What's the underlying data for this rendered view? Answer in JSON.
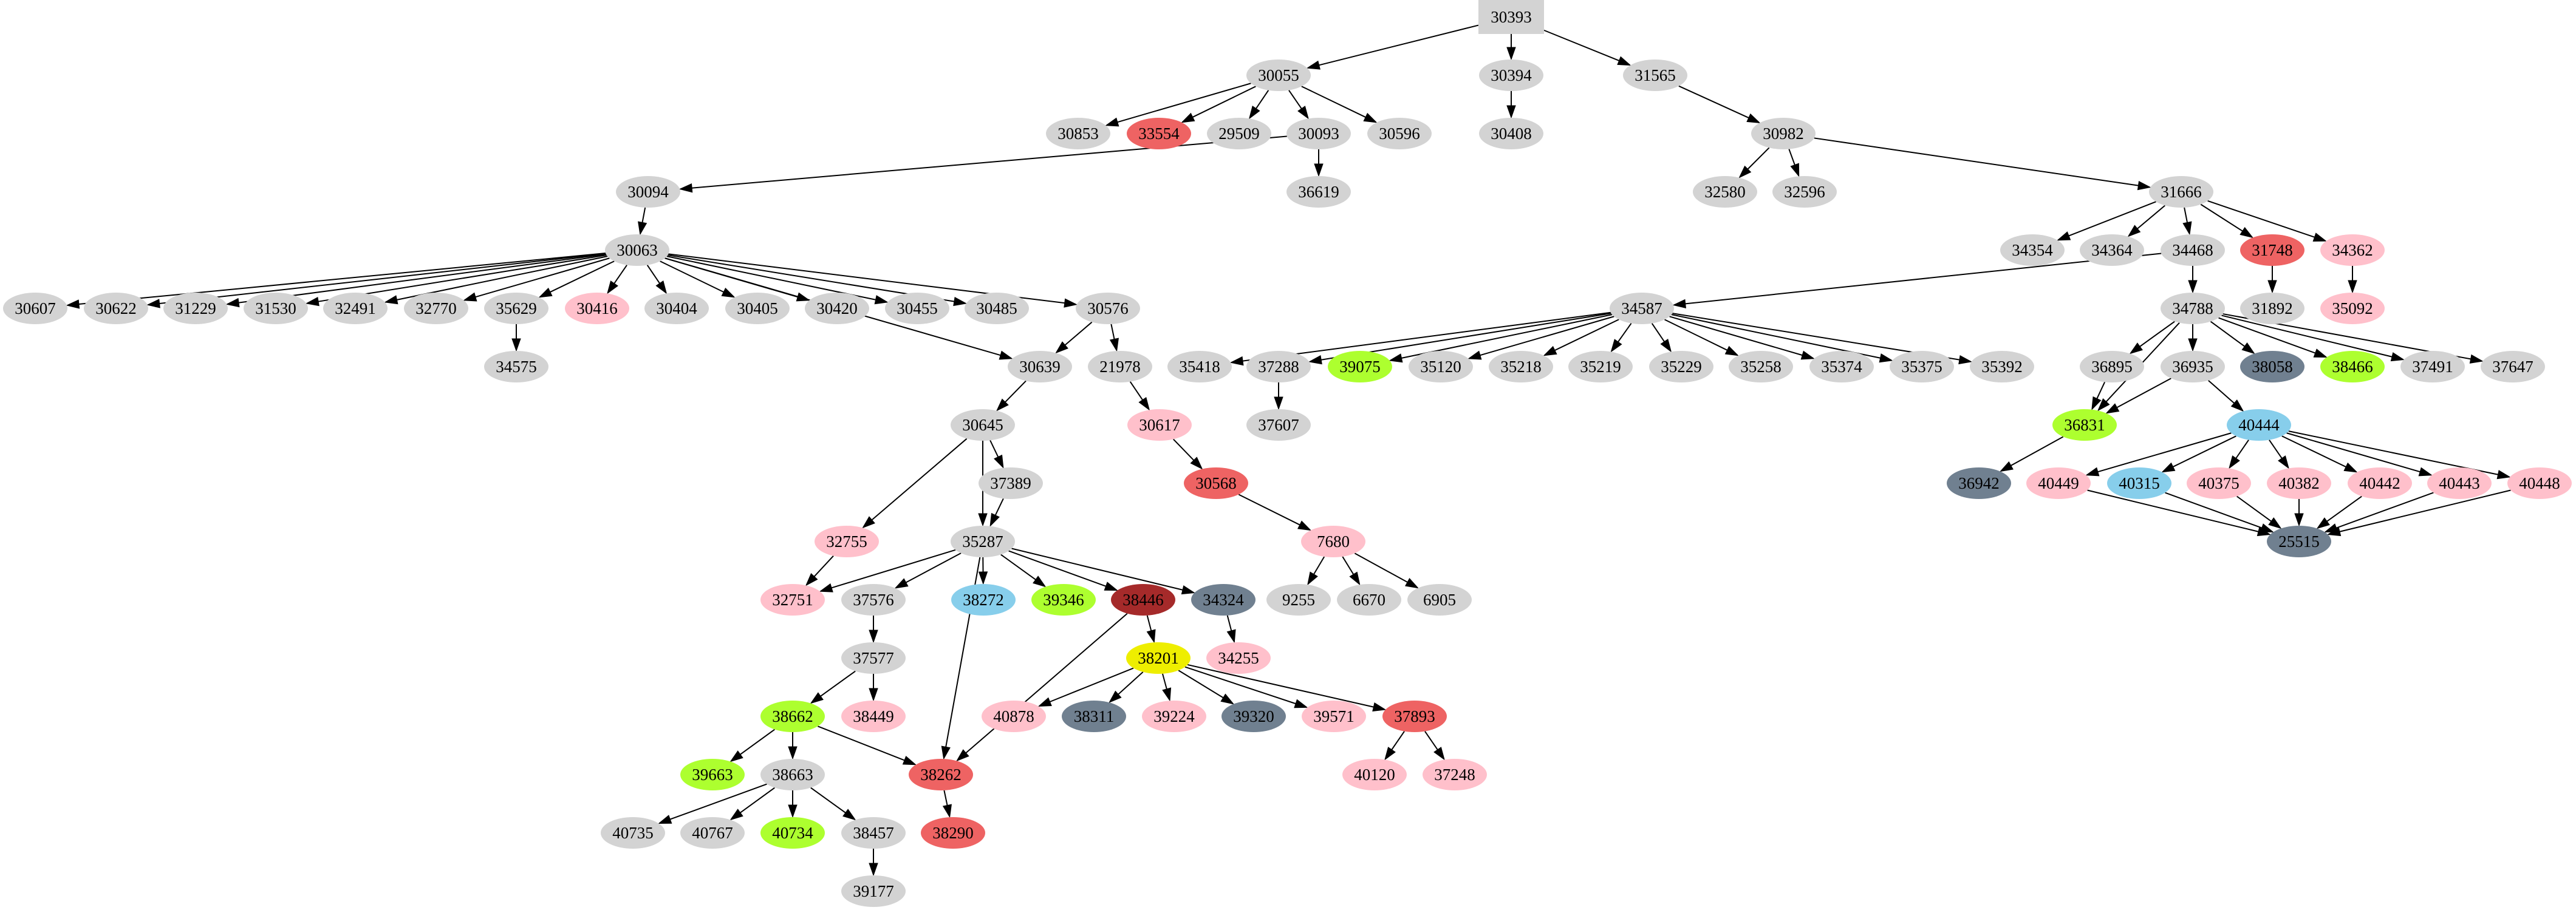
{
  "palette": {
    "lightgray": "#d3d3d3",
    "pink": "#ffc0cb",
    "red": "#ee6363",
    "green": "#adff2f",
    "skyblue": "#87ceeb",
    "slategray": "#708090",
    "brown": "#a52a2a",
    "yellow": "#eeee00"
  },
  "root": {
    "label": "30393",
    "shape": "box",
    "fill": "lightgray"
  },
  "nodes": [
    {
      "label": "30393",
      "fill": "lightgray"
    },
    {
      "label": "30055",
      "fill": "lightgray"
    },
    {
      "label": "30394",
      "fill": "lightgray"
    },
    {
      "label": "31565",
      "fill": "lightgray"
    },
    {
      "label": "30853",
      "fill": "lightgray"
    },
    {
      "label": "33554",
      "fill": "red"
    },
    {
      "label": "29509",
      "fill": "lightgray"
    },
    {
      "label": "30093",
      "fill": "lightgray"
    },
    {
      "label": "30596",
      "fill": "lightgray"
    },
    {
      "label": "30408",
      "fill": "lightgray"
    },
    {
      "label": "30982",
      "fill": "lightgray"
    },
    {
      "label": "30094",
      "fill": "lightgray"
    },
    {
      "label": "36619",
      "fill": "lightgray"
    },
    {
      "label": "32580",
      "fill": "lightgray"
    },
    {
      "label": "32596",
      "fill": "lightgray"
    },
    {
      "label": "31666",
      "fill": "lightgray"
    },
    {
      "label": "30063",
      "fill": "lightgray"
    },
    {
      "label": "34354",
      "fill": "lightgray"
    },
    {
      "label": "34364",
      "fill": "lightgray"
    },
    {
      "label": "34468",
      "fill": "lightgray"
    },
    {
      "label": "31748",
      "fill": "red"
    },
    {
      "label": "34362",
      "fill": "pink"
    },
    {
      "label": "30607",
      "fill": "lightgray"
    },
    {
      "label": "30622",
      "fill": "lightgray"
    },
    {
      "label": "31229",
      "fill": "lightgray"
    },
    {
      "label": "31530",
      "fill": "lightgray"
    },
    {
      "label": "32491",
      "fill": "lightgray"
    },
    {
      "label": "32770",
      "fill": "lightgray"
    },
    {
      "label": "35629",
      "fill": "lightgray"
    },
    {
      "label": "30416",
      "fill": "pink"
    },
    {
      "label": "30404",
      "fill": "lightgray"
    },
    {
      "label": "30405",
      "fill": "lightgray"
    },
    {
      "label": "30420",
      "fill": "lightgray"
    },
    {
      "label": "30455",
      "fill": "lightgray"
    },
    {
      "label": "30485",
      "fill": "lightgray"
    },
    {
      "label": "30576",
      "fill": "lightgray"
    },
    {
      "label": "34587",
      "fill": "lightgray"
    },
    {
      "label": "34788",
      "fill": "lightgray"
    },
    {
      "label": "31892",
      "fill": "lightgray"
    },
    {
      "label": "35092",
      "fill": "pink"
    },
    {
      "label": "34575",
      "fill": "lightgray"
    },
    {
      "label": "30639",
      "fill": "lightgray"
    },
    {
      "label": "21978",
      "fill": "lightgray"
    },
    {
      "label": "35418",
      "fill": "lightgray"
    },
    {
      "label": "37288",
      "fill": "lightgray"
    },
    {
      "label": "39075",
      "fill": "green"
    },
    {
      "label": "35120",
      "fill": "lightgray"
    },
    {
      "label": "35218",
      "fill": "lightgray"
    },
    {
      "label": "35219",
      "fill": "lightgray"
    },
    {
      "label": "35229",
      "fill": "lightgray"
    },
    {
      "label": "35258",
      "fill": "lightgray"
    },
    {
      "label": "35374",
      "fill": "lightgray"
    },
    {
      "label": "35375",
      "fill": "lightgray"
    },
    {
      "label": "35392",
      "fill": "lightgray"
    },
    {
      "label": "36895",
      "fill": "lightgray"
    },
    {
      "label": "36935",
      "fill": "lightgray"
    },
    {
      "label": "38058",
      "fill": "slategray"
    },
    {
      "label": "38466",
      "fill": "green"
    },
    {
      "label": "37491",
      "fill": "lightgray"
    },
    {
      "label": "37647",
      "fill": "lightgray"
    },
    {
      "label": "30645",
      "fill": "lightgray"
    },
    {
      "label": "30617",
      "fill": "pink"
    },
    {
      "label": "37607",
      "fill": "lightgray"
    },
    {
      "label": "36831",
      "fill": "green"
    },
    {
      "label": "40444",
      "fill": "skyblue"
    },
    {
      "label": "37389",
      "fill": "lightgray"
    },
    {
      "label": "30568",
      "fill": "red"
    },
    {
      "label": "36942",
      "fill": "slategray"
    },
    {
      "label": "40449",
      "fill": "pink"
    },
    {
      "label": "40315",
      "fill": "skyblue"
    },
    {
      "label": "40375",
      "fill": "pink"
    },
    {
      "label": "40382",
      "fill": "pink"
    },
    {
      "label": "40442",
      "fill": "pink"
    },
    {
      "label": "40443",
      "fill": "pink"
    },
    {
      "label": "40448",
      "fill": "pink"
    },
    {
      "label": "32755",
      "fill": "pink"
    },
    {
      "label": "35287",
      "fill": "lightgray"
    },
    {
      "label": "7680",
      "fill": "pink"
    },
    {
      "label": "25515",
      "fill": "slategray"
    },
    {
      "label": "32751",
      "fill": "pink"
    },
    {
      "label": "37576",
      "fill": "lightgray"
    },
    {
      "label": "38272",
      "fill": "skyblue"
    },
    {
      "label": "39346",
      "fill": "green"
    },
    {
      "label": "38446",
      "fill": "brown"
    },
    {
      "label": "34324",
      "fill": "slategray"
    },
    {
      "label": "9255",
      "fill": "lightgray"
    },
    {
      "label": "6670",
      "fill": "lightgray"
    },
    {
      "label": "6905",
      "fill": "lightgray"
    },
    {
      "label": "37577",
      "fill": "lightgray"
    },
    {
      "label": "38201",
      "fill": "yellow"
    },
    {
      "label": "34255",
      "fill": "pink"
    },
    {
      "label": "38662",
      "fill": "green"
    },
    {
      "label": "38449",
      "fill": "pink"
    },
    {
      "label": "40878",
      "fill": "pink"
    },
    {
      "label": "38311",
      "fill": "slategray"
    },
    {
      "label": "39224",
      "fill": "pink"
    },
    {
      "label": "39320",
      "fill": "slategray"
    },
    {
      "label": "39571",
      "fill": "pink"
    },
    {
      "label": "37893",
      "fill": "red"
    },
    {
      "label": "39663",
      "fill": "green"
    },
    {
      "label": "38663",
      "fill": "lightgray"
    },
    {
      "label": "38262",
      "fill": "red"
    },
    {
      "label": "40120",
      "fill": "pink"
    },
    {
      "label": "37248",
      "fill": "pink"
    },
    {
      "label": "40735",
      "fill": "lightgray"
    },
    {
      "label": "40767",
      "fill": "lightgray"
    },
    {
      "label": "40734",
      "fill": "green"
    },
    {
      "label": "38457",
      "fill": "lightgray"
    },
    {
      "label": "38290",
      "fill": "red"
    },
    {
      "label": "39177",
      "fill": "lightgray"
    }
  ],
  "edges": [
    [
      "30393",
      "30055"
    ],
    [
      "30393",
      "30394"
    ],
    [
      "30393",
      "31565"
    ],
    [
      "30055",
      "30853"
    ],
    [
      "30055",
      "33554"
    ],
    [
      "30055",
      "29509"
    ],
    [
      "30055",
      "30093"
    ],
    [
      "30055",
      "30596"
    ],
    [
      "30093",
      "30094"
    ],
    [
      "30093",
      "36619"
    ],
    [
      "30394",
      "30408"
    ],
    [
      "31565",
      "30982"
    ],
    [
      "30982",
      "32580"
    ],
    [
      "30982",
      "32596"
    ],
    [
      "30982",
      "31666"
    ],
    [
      "31666",
      "34354"
    ],
    [
      "31666",
      "34364"
    ],
    [
      "31666",
      "34468"
    ],
    [
      "31666",
      "31748"
    ],
    [
      "31666",
      "34362"
    ],
    [
      "31748",
      "31892"
    ],
    [
      "34362",
      "35092"
    ],
    [
      "34468",
      "34587"
    ],
    [
      "34468",
      "34788"
    ],
    [
      "34587",
      "35418"
    ],
    [
      "34587",
      "37288"
    ],
    [
      "34587",
      "39075"
    ],
    [
      "34587",
      "35120"
    ],
    [
      "34587",
      "35218"
    ],
    [
      "34587",
      "35219"
    ],
    [
      "34587",
      "35229"
    ],
    [
      "34587",
      "35258"
    ],
    [
      "34587",
      "35374"
    ],
    [
      "34587",
      "35375"
    ],
    [
      "34587",
      "35392"
    ],
    [
      "37288",
      "37607"
    ],
    [
      "34788",
      "36831"
    ],
    [
      "34788",
      "36895"
    ],
    [
      "34788",
      "36935"
    ],
    [
      "34788",
      "38058"
    ],
    [
      "34788",
      "38466"
    ],
    [
      "34788",
      "37491"
    ],
    [
      "34788",
      "37647"
    ],
    [
      "36895",
      "36831"
    ],
    [
      "36935",
      "36831"
    ],
    [
      "36935",
      "40444"
    ],
    [
      "36831",
      "36942"
    ],
    [
      "40444",
      "40449"
    ],
    [
      "40444",
      "40315"
    ],
    [
      "40444",
      "40375"
    ],
    [
      "40444",
      "40382"
    ],
    [
      "40444",
      "40442"
    ],
    [
      "40444",
      "40443"
    ],
    [
      "40444",
      "40448"
    ],
    [
      "40449",
      "25515"
    ],
    [
      "40315",
      "25515"
    ],
    [
      "40375",
      "25515"
    ],
    [
      "40382",
      "25515"
    ],
    [
      "40442",
      "25515"
    ],
    [
      "40443",
      "25515"
    ],
    [
      "40448",
      "25515"
    ],
    [
      "30094",
      "30063"
    ],
    [
      "30063",
      "30607"
    ],
    [
      "30063",
      "30622"
    ],
    [
      "30063",
      "31229"
    ],
    [
      "30063",
      "31530"
    ],
    [
      "30063",
      "32491"
    ],
    [
      "30063",
      "32770"
    ],
    [
      "30063",
      "35629"
    ],
    [
      "30063",
      "30416"
    ],
    [
      "30063",
      "30404"
    ],
    [
      "30063",
      "30405"
    ],
    [
      "30063",
      "30420"
    ],
    [
      "30063",
      "30455"
    ],
    [
      "30063",
      "30485"
    ],
    [
      "30063",
      "30639"
    ],
    [
      "30063",
      "30576"
    ],
    [
      "35629",
      "34575"
    ],
    [
      "30576",
      "30639"
    ],
    [
      "30576",
      "21978"
    ],
    [
      "21978",
      "30617"
    ],
    [
      "30617",
      "30568"
    ],
    [
      "30568",
      "7680"
    ],
    [
      "7680",
      "9255"
    ],
    [
      "7680",
      "6670"
    ],
    [
      "7680",
      "6905"
    ],
    [
      "30639",
      "30645"
    ],
    [
      "30645",
      "32755"
    ],
    [
      "30645",
      "35287"
    ],
    [
      "30645",
      "37389"
    ],
    [
      "37389",
      "35287"
    ],
    [
      "32755",
      "32751"
    ],
    [
      "35287",
      "32751"
    ],
    [
      "35287",
      "37576"
    ],
    [
      "35287",
      "38262"
    ],
    [
      "35287",
      "38272"
    ],
    [
      "35287",
      "39346"
    ],
    [
      "35287",
      "38446"
    ],
    [
      "35287",
      "34324"
    ],
    [
      "34324",
      "34255"
    ],
    [
      "38446",
      "38201"
    ],
    [
      "38446",
      "38262"
    ],
    [
      "38201",
      "40878"
    ],
    [
      "38201",
      "38311"
    ],
    [
      "38201",
      "39224"
    ],
    [
      "38201",
      "39320"
    ],
    [
      "38201",
      "39571"
    ],
    [
      "38201",
      "37893"
    ],
    [
      "37893",
      "40120"
    ],
    [
      "37893",
      "37248"
    ],
    [
      "37576",
      "37577"
    ],
    [
      "37577",
      "38662"
    ],
    [
      "37577",
      "38449"
    ],
    [
      "38662",
      "39663"
    ],
    [
      "38662",
      "38663"
    ],
    [
      "38662",
      "38262"
    ],
    [
      "38663",
      "40735"
    ],
    [
      "38663",
      "40767"
    ],
    [
      "38663",
      "40734"
    ],
    [
      "38663",
      "38457"
    ],
    [
      "38457",
      "39177"
    ],
    [
      "38262",
      "38290"
    ]
  ]
}
